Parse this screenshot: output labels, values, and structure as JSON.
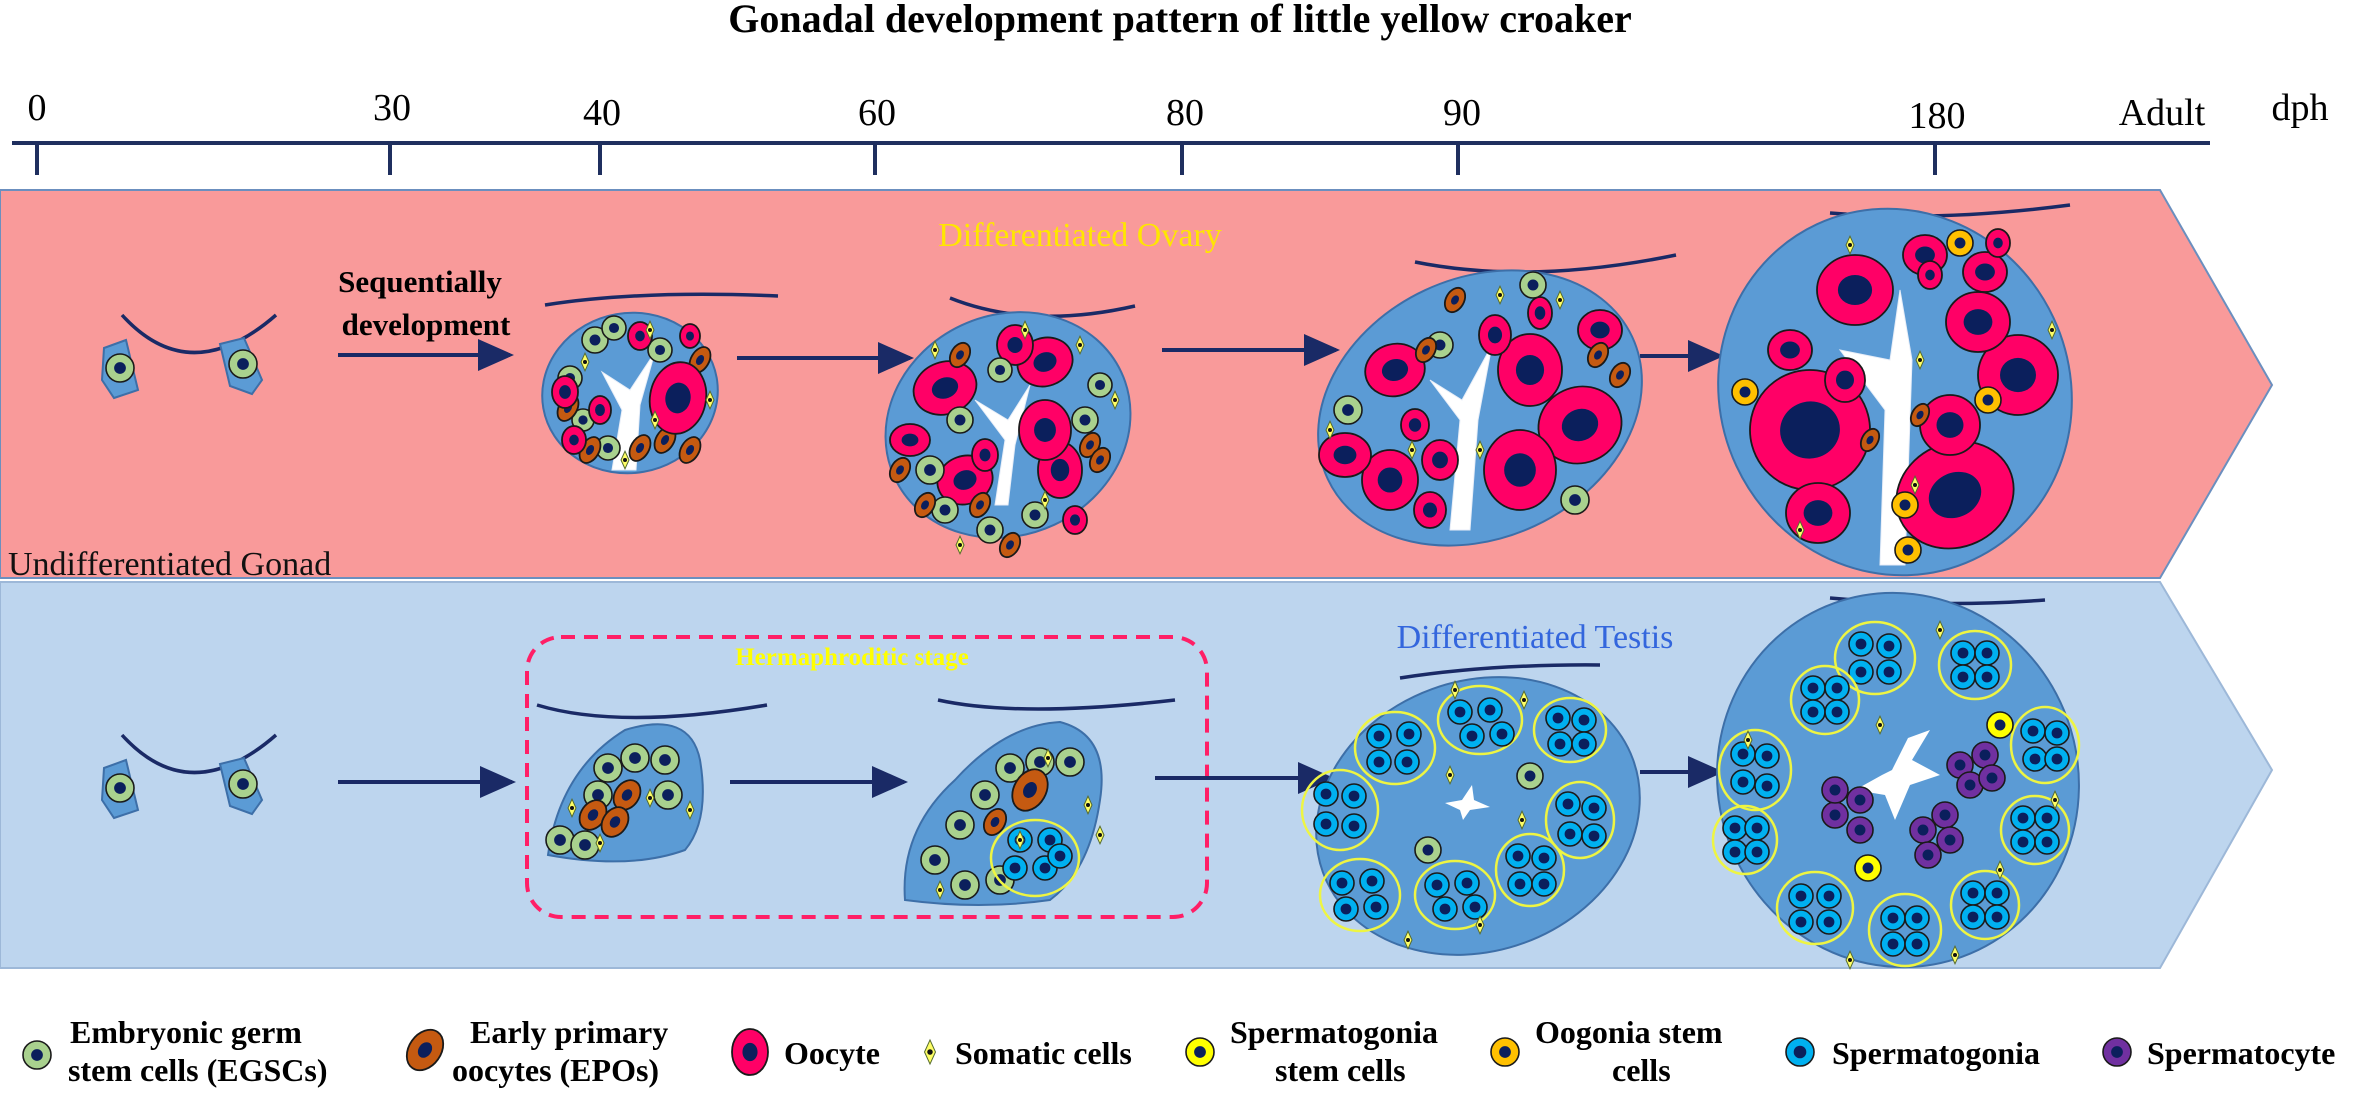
{
  "title": "Gonadal development pattern of little yellow croaker",
  "timeline": {
    "unit": "dph",
    "ticks": [
      {
        "label": "0"
      },
      {
        "label": "30"
      },
      {
        "label": "40"
      },
      {
        "label": "60"
      },
      {
        "label": "80"
      },
      {
        "label": "90"
      },
      {
        "label": "180"
      },
      {
        "label": "Adult"
      }
    ]
  },
  "ovary_panel": {
    "heading": "Differentiated Ovary",
    "start_label": "Undifferentiated Gonad",
    "arrow_label_line1": "Sequentially",
    "arrow_label_line2": "development"
  },
  "testis_panel": {
    "heading": "Differentiated Testis",
    "box_label": "Hermaphroditic stage"
  },
  "legend": [
    {
      "line1": "Embryonic germ",
      "line2": "stem cells (EGSCs)"
    },
    {
      "line1": "Early primary",
      "line2": "oocytes (EPOs)"
    },
    {
      "line1": "Oocyte"
    },
    {
      "line1": "Somatic cells"
    },
    {
      "line1": "Spermatogonia",
      "line2": "stem cells"
    },
    {
      "line1": "Oogonia stem",
      "line2": "cells"
    },
    {
      "line1": "Spermatogonia"
    },
    {
      "line1": "Spermatocyte"
    }
  ],
  "colors": {
    "ovary_band": "#f99a9a",
    "testis_band": "#bdd5ee",
    "gonad_fill": "#5b9bd5",
    "egsc": "#a9d18e",
    "epo": "#c55a11",
    "oocyte": "#ff0066",
    "nucleus": "#0b1f5c",
    "somatic": "#ffff66",
    "sg_stem": "#ffff00",
    "og_stem": "#ffc000",
    "spermatogonia": "#00b0f0",
    "spermatocyte": "#7030a0",
    "ovary_heading": "#ffe600",
    "testis_heading": "#3366dd",
    "hermaphroditic_label": "#ffff00",
    "dashed_box": "#ff1f66",
    "axis": "#1f2f5f"
  }
}
